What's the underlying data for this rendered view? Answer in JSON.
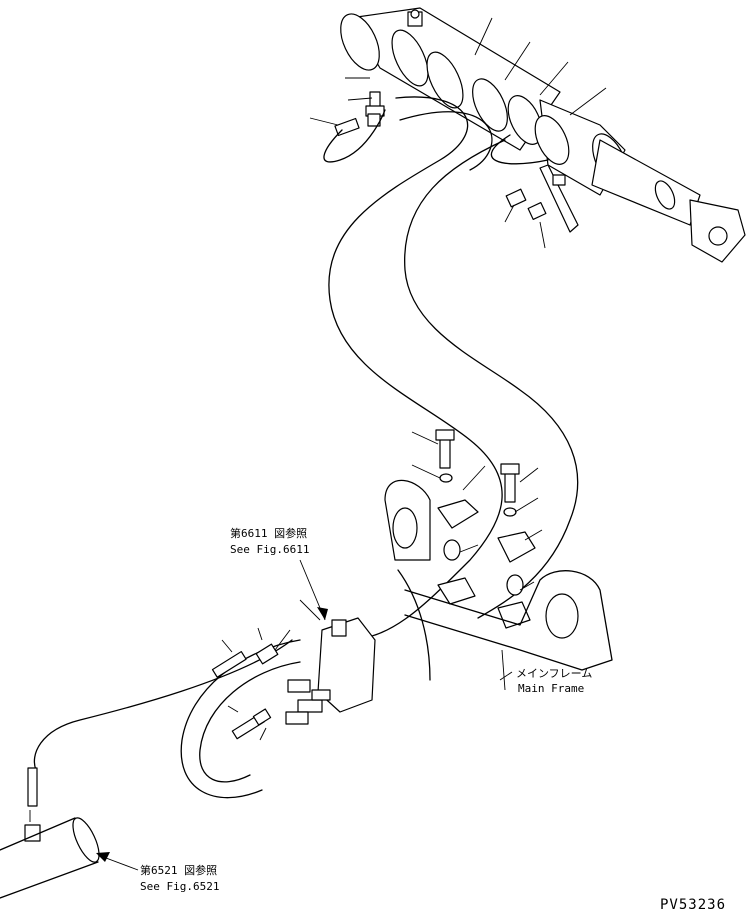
{
  "references": {
    "fig_6611_jp": "第6611 図参照",
    "fig_6611_en": "See Fig.6611",
    "fig_6521_jp": "第6521 図参照",
    "fig_6521_en": "See Fig.6521"
  },
  "labels": {
    "main_frame_jp": "メインフレーム",
    "main_frame_en": "Main Frame"
  },
  "drawing_code": "PV53236"
}
